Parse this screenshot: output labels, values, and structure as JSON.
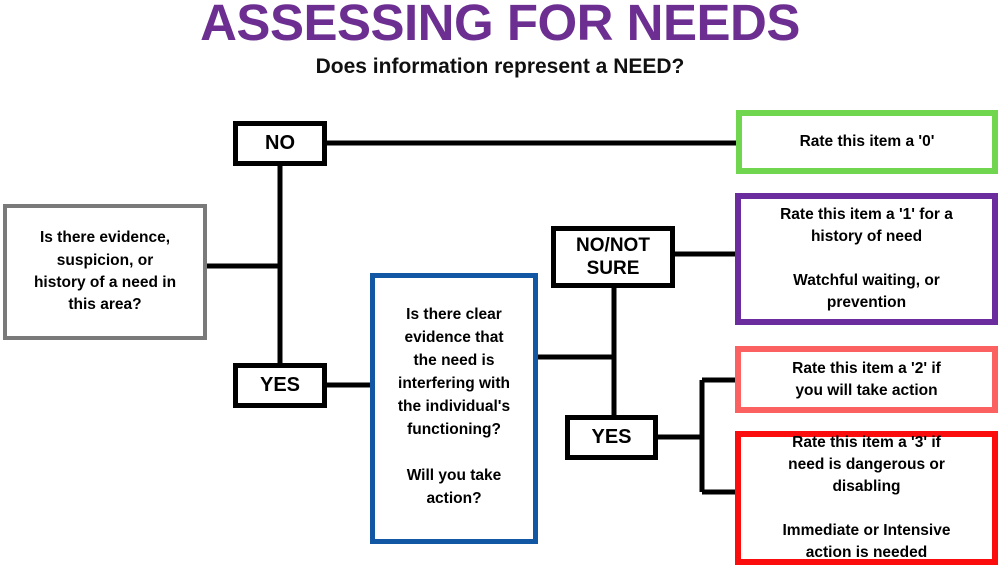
{
  "header": {
    "title": "ASSESSING FOR NEEDS",
    "subtitle": "Does information represent a NEED?"
  },
  "colors": {
    "title_purple": "#6C2E90",
    "gray_border": "#7A7A7A",
    "black_border": "#000000",
    "blue_border": "#1257A3",
    "green_border": "#70D64F",
    "purple_border": "#6B2D9E",
    "salmon_border": "#FB6161",
    "red_border": "#FC0D0D",
    "connector": "#000000"
  },
  "nodes": {
    "start_question": "Is there evidence,\nsuspicion, or\nhistory of a need in\nthis area?",
    "branch_no": "NO",
    "branch_yes": "YES",
    "clear_evidence_question": "Is there clear\nevidence that\nthe need is\ninterfering with\nthe individual's\nfunctioning?\n\nWill you take\naction?",
    "branch_no_not_sure": "NO/NOT\nSURE",
    "branch_yes_2": "YES",
    "outcome_0": "Rate this item a '0'",
    "outcome_1": "Rate this item a '1' for a\nhistory of need\n\nWatchful waiting, or\nprevention",
    "outcome_2": "Rate this item a '2' if\nyou will take action",
    "outcome_3": "Rate this item a '3' if\nneed is dangerous or\ndisabling\n\nImmediate or Intensive\naction is needed"
  },
  "chart_data": {
    "type": "flowchart",
    "title": "ASSESSING FOR NEEDS",
    "subtitle": "Does information represent a NEED?",
    "nodes": [
      {
        "id": "start",
        "label": "Is there evidence, suspicion, or history of a need in this area?",
        "border": "#7A7A7A"
      },
      {
        "id": "no",
        "label": "NO",
        "border": "#000000"
      },
      {
        "id": "yes",
        "label": "YES",
        "border": "#000000"
      },
      {
        "id": "clear_evidence",
        "label": "Is there clear evidence that the need is interfering with the individual's functioning? Will you take action?",
        "border": "#1257A3"
      },
      {
        "id": "no_not_sure",
        "label": "NO/NOT SURE",
        "border": "#000000"
      },
      {
        "id": "yes2",
        "label": "YES",
        "border": "#000000"
      },
      {
        "id": "rate0",
        "label": "Rate this item a '0'",
        "border": "#70D64F"
      },
      {
        "id": "rate1",
        "label": "Rate this item a '1' for a history of need. Watchful waiting, or prevention",
        "border": "#6B2D9E"
      },
      {
        "id": "rate2",
        "label": "Rate this item a '2' if you will take action",
        "border": "#FB6161"
      },
      {
        "id": "rate3",
        "label": "Rate this item a '3' if need is dangerous or disabling. Immediate or Intensive action is needed",
        "border": "#FC0D0D"
      }
    ],
    "edges": [
      {
        "from": "start",
        "to": "no"
      },
      {
        "from": "start",
        "to": "yes"
      },
      {
        "from": "no",
        "to": "rate0"
      },
      {
        "from": "yes",
        "to": "clear_evidence"
      },
      {
        "from": "clear_evidence",
        "to": "no_not_sure"
      },
      {
        "from": "clear_evidence",
        "to": "yes2"
      },
      {
        "from": "no_not_sure",
        "to": "rate1"
      },
      {
        "from": "yes2",
        "to": "rate2"
      },
      {
        "from": "yes2",
        "to": "rate3"
      }
    ]
  }
}
